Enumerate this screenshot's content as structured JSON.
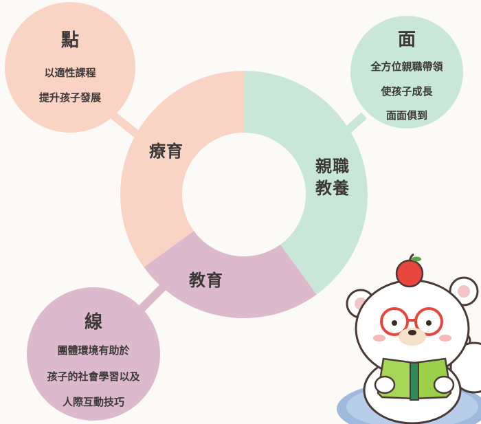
{
  "colors": {
    "background": "#fcfaf6",
    "peach": "#f9d4c5",
    "mint": "#c8e7d8",
    "mauve": "#dcb9cc",
    "text": "#3b3838"
  },
  "ring": {
    "segments": [
      {
        "id": "therapy",
        "label": "療育",
        "share": 0.35,
        "color": "#f9d4c5"
      },
      {
        "id": "parenting",
        "lines": [
          "親職",
          "教養"
        ],
        "share": 0.4,
        "color": "#c8e7d8"
      },
      {
        "id": "education",
        "label": "教育",
        "share": 0.25,
        "color": "#dcb9cc"
      }
    ]
  },
  "bubbles": {
    "point": {
      "title": "點",
      "lines": [
        "以適性課程",
        "提升孩子發展"
      ]
    },
    "surface": {
      "title": "面",
      "lines": [
        "全方位親職帶領",
        "使孩子成長",
        "面面俱到"
      ]
    },
    "line": {
      "title": "線",
      "lines": [
        "團體環境有助於",
        "孩子的社會學習以及",
        "人際互動技巧"
      ]
    }
  },
  "illustration": {
    "name": "bear-mascot-reading-book"
  }
}
